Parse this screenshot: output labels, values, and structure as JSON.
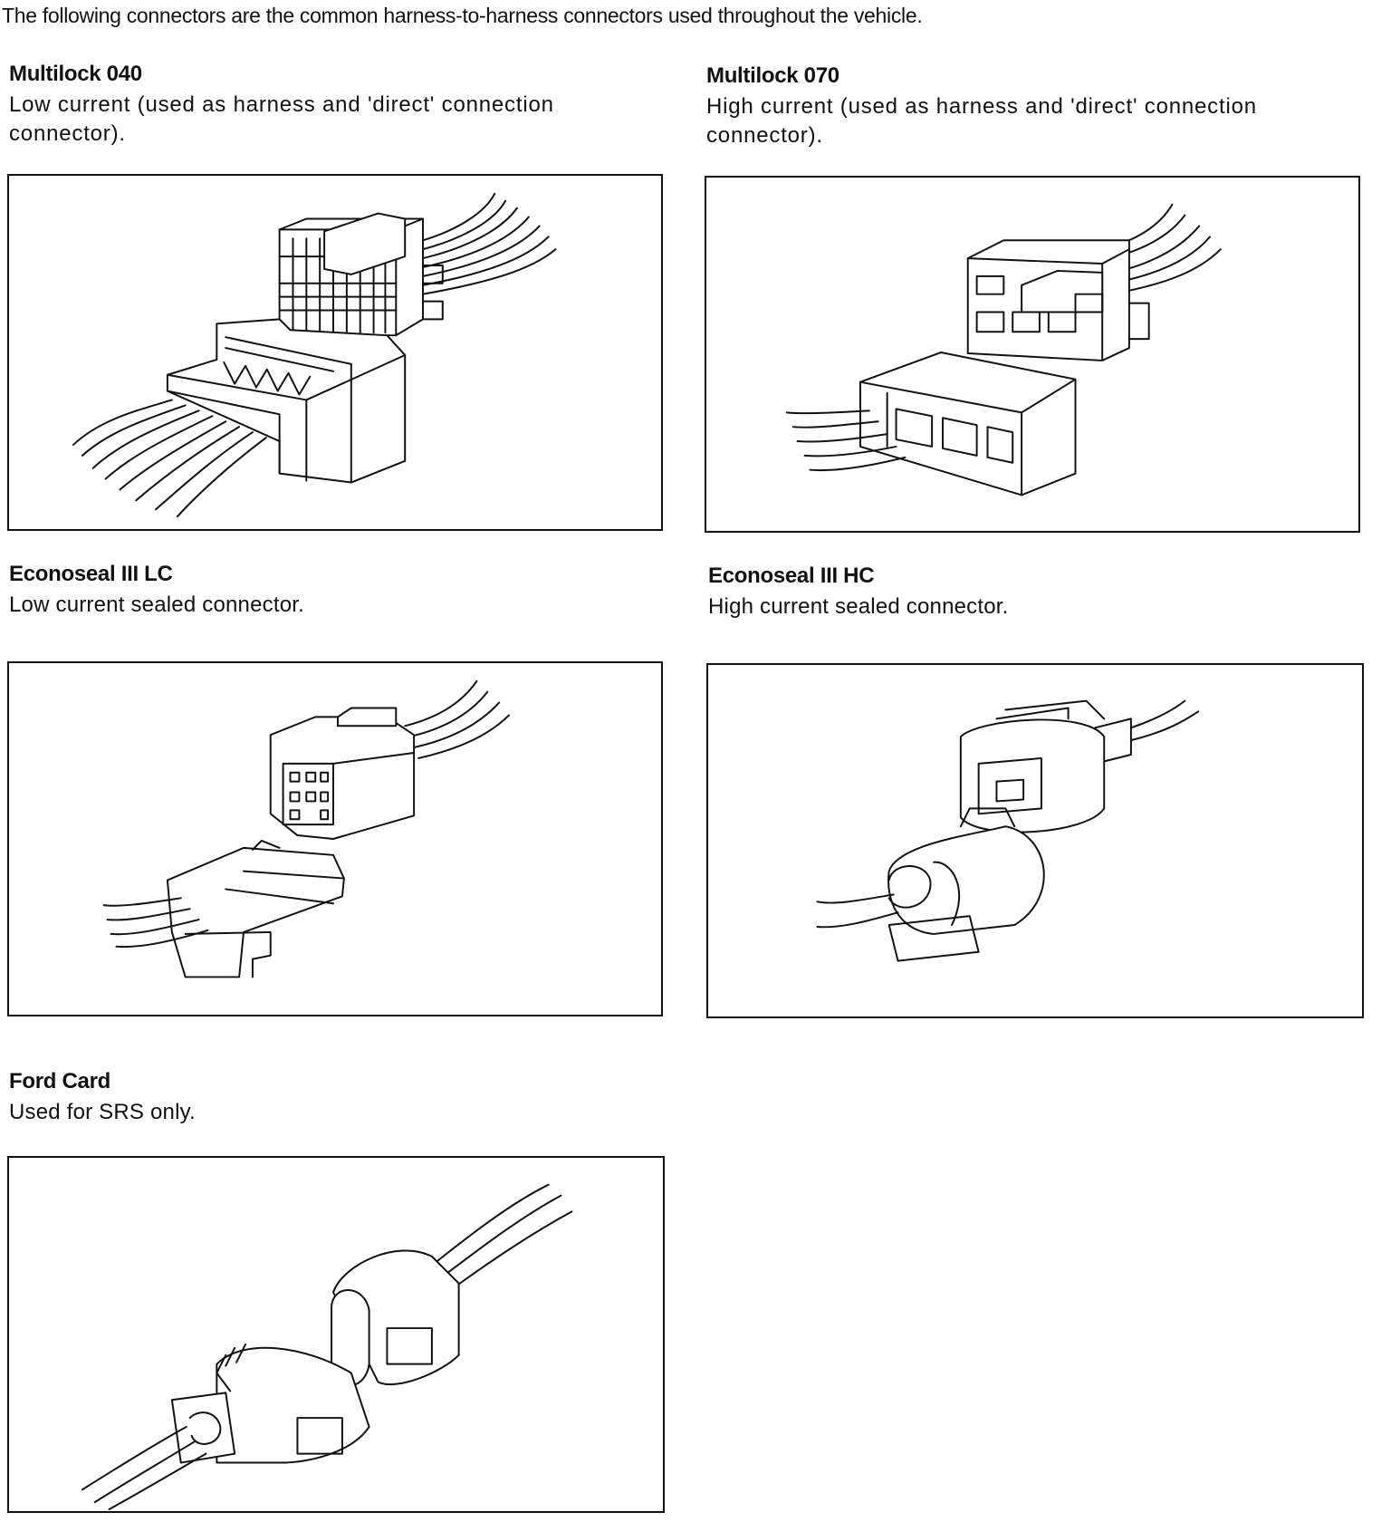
{
  "intro": "The following connectors are the common harness-to-harness connectors used throughout the vehicle.",
  "connectors": [
    {
      "title": "Multilock 040",
      "description": "Low current (used as harness and 'direct' connection connector).",
      "illustration_icon": "multilock-040-connector-illustration"
    },
    {
      "title": "Multilock 070",
      "description": "High current (used as harness and 'direct' connection connector).",
      "illustration_icon": "multilock-070-connector-illustration"
    },
    {
      "title": "Econoseal III LC",
      "description": "Low current sealed connector.",
      "illustration_icon": "econoseal-iii-lc-connector-illustration"
    },
    {
      "title": "Econoseal III HC",
      "description": "High current sealed connector.",
      "illustration_icon": "econoseal-iii-hc-connector-illustration"
    },
    {
      "title": "Ford Card",
      "description": "Used for SRS only.",
      "illustration_icon": "ford-card-connector-illustration"
    }
  ]
}
